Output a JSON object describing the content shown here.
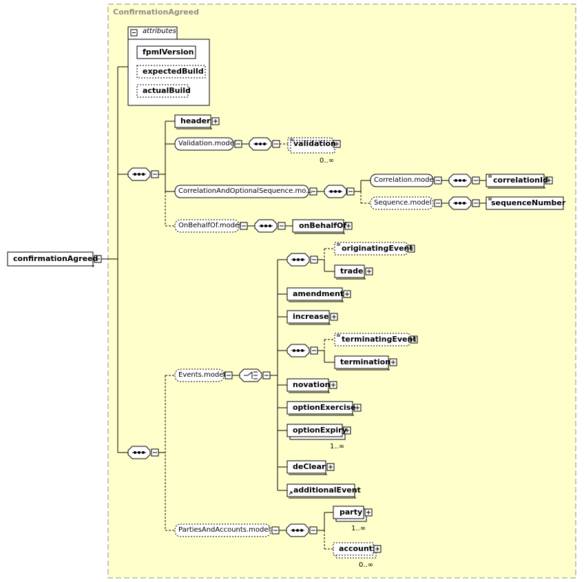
{
  "diagram": {
    "title": "ConfirmationAgreed",
    "root": "confirmationAgreed",
    "attributes_label": "attributes",
    "attributes": [
      "fpmlVersion",
      "expectedBuild",
      "actualBuild"
    ],
    "elements": {
      "header": "header",
      "validation": "validation",
      "correlationId": "correlationId",
      "sequenceNumber": "sequenceNumber",
      "onBehalfOf": "onBehalfOf",
      "originatingEvent": "originatingEvent",
      "trade": "trade",
      "amendment": "amendment",
      "increase": "increase",
      "terminatingEvent": "terminatingEvent",
      "termination": "termination",
      "novation": "novation",
      "optionExercise": "optionExercise",
      "optionExpiry": "optionExpiry",
      "deClear": "deClear",
      "additionalEvent": "additionalEvent",
      "party": "party",
      "account": "account"
    },
    "groups": {
      "validation_model": "Validation.model",
      "correlation_seq_model": "CorrelationAndOptionalSequence.mo...",
      "correlation_model": "Correlation.model",
      "sequence_model": "Sequence.model",
      "onbehalfof_model": "OnBehalfOf.model",
      "events_model": "Events.model",
      "parties_model": "PartiesAndAccounts.model"
    },
    "cardinalities": {
      "validation": "0..∞",
      "optionExpiry": "1..∞",
      "party": "1..∞",
      "account": "0..∞"
    },
    "colors": {
      "panel": "#ffffcc",
      "panel_border": "#8c8c8c",
      "box_fill": "#ffffff",
      "line": "#000000"
    }
  }
}
